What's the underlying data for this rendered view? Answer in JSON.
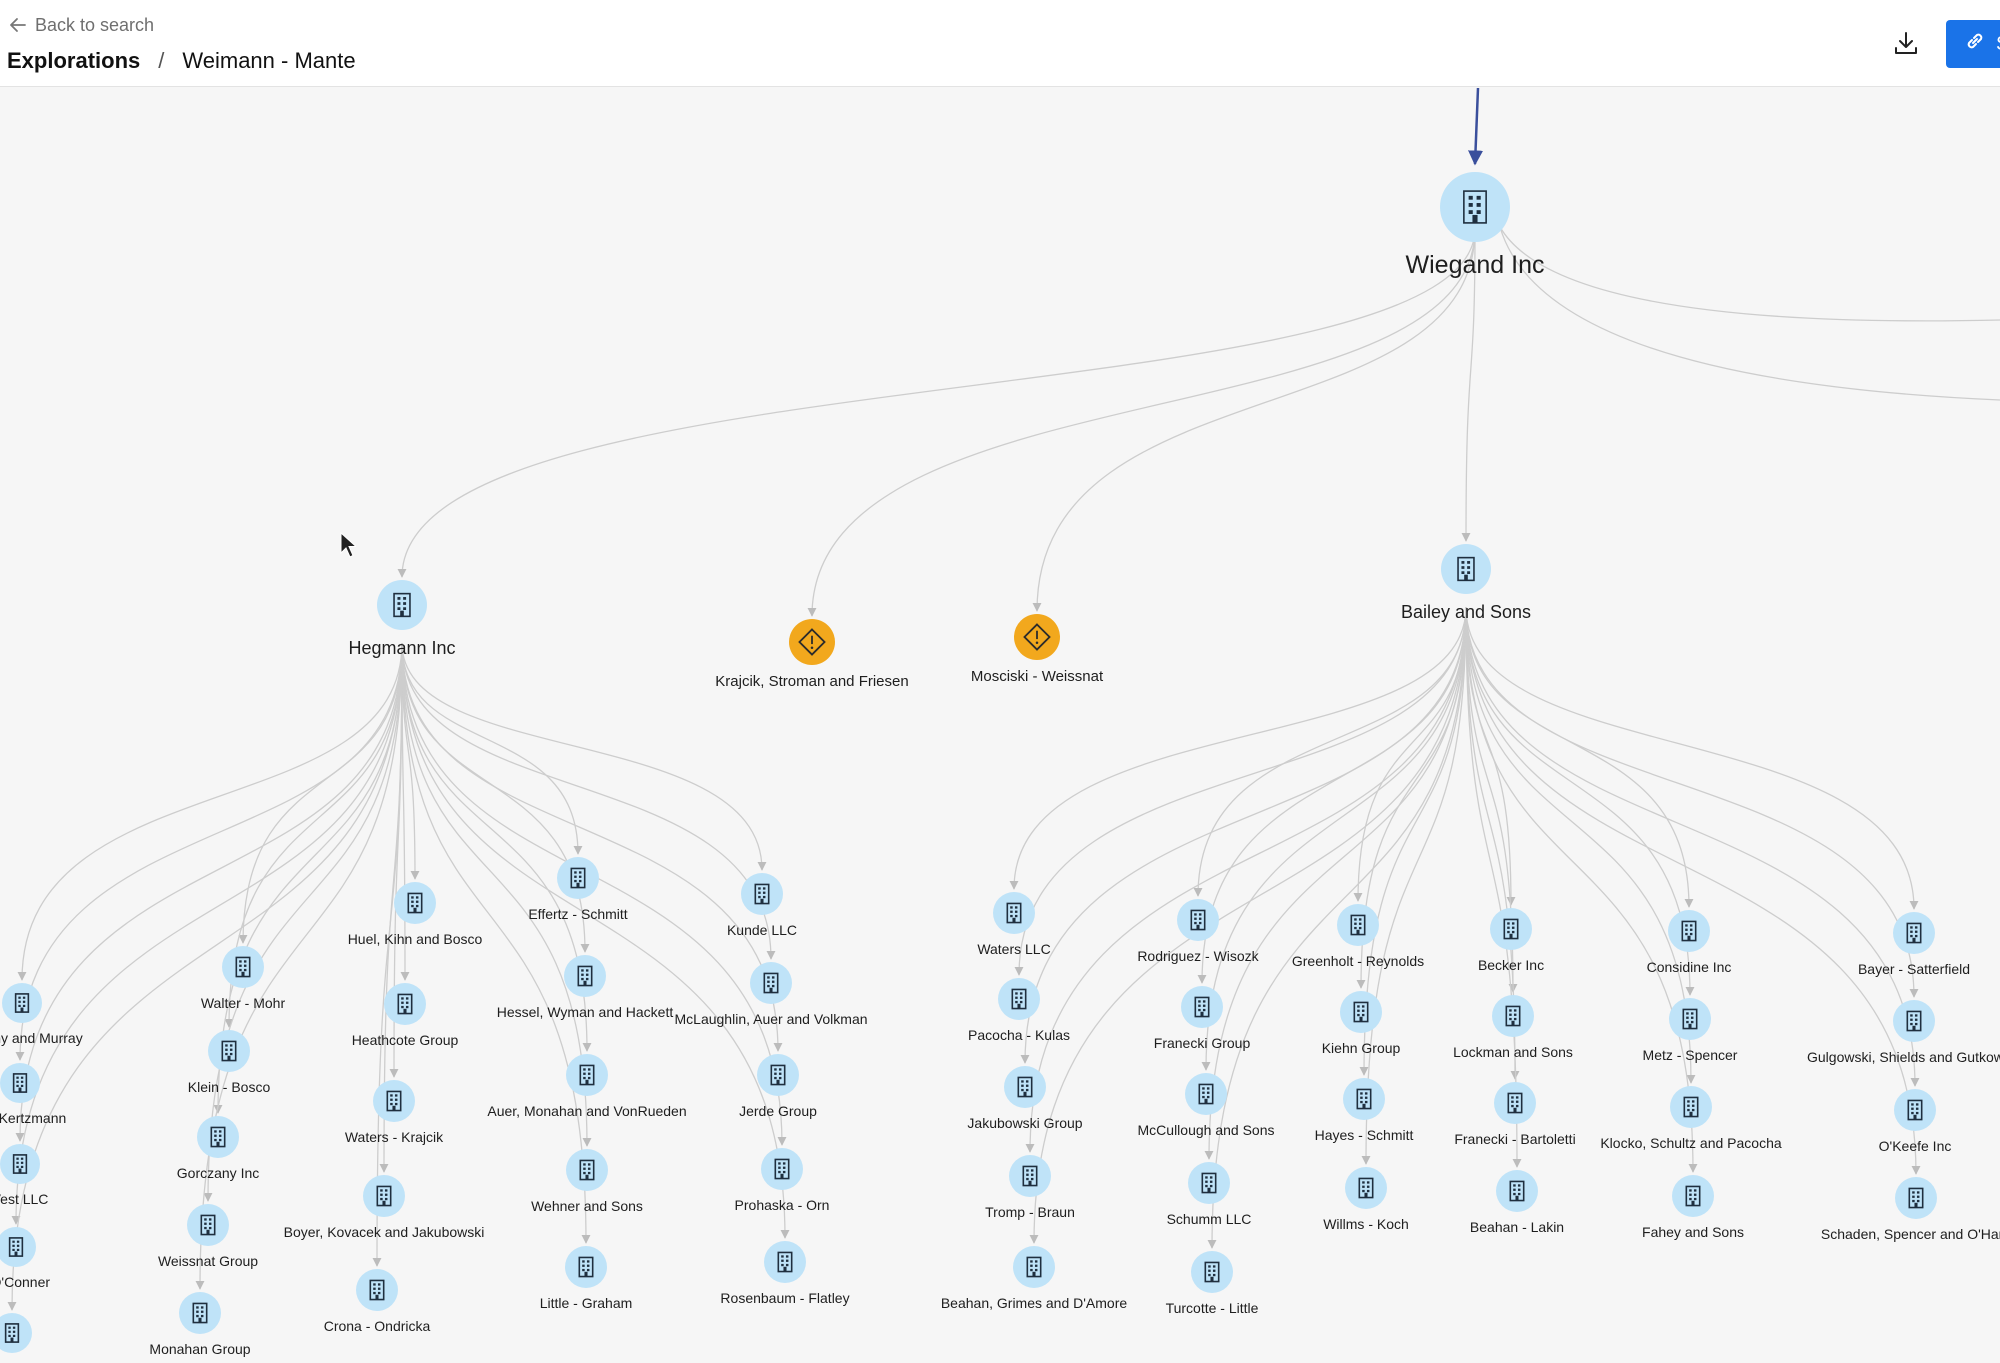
{
  "header": {
    "back_label": "Back to search",
    "breadcrumb": [
      "Explorations",
      "Weimann - Mante"
    ],
    "breadcrumb_separator": "/",
    "download_icon": "download-icon",
    "share_icon": "link-icon",
    "share_label": "S"
  },
  "colors": {
    "node_fill": "#bfe3f8",
    "warning_fill": "#f2a81d",
    "edge": "#cdcdcd",
    "focus_edge": "#3a4f9c",
    "accent": "#1a73e8"
  },
  "graph": {
    "root": {
      "id": "root",
      "label": "Wiegand Inc",
      "icon": "building-icon"
    },
    "nodes": [
      {
        "id": "hegmann",
        "label": "Hegmann Inc",
        "icon": "building-icon",
        "parent": "root"
      },
      {
        "id": "krajcik_sf",
        "label": "Krajcik, Stroman and Friesen",
        "icon": "warning-icon",
        "parent": "root"
      },
      {
        "id": "mosciski",
        "label": "Mosciski - Weissnat",
        "icon": "warning-icon",
        "parent": "root"
      },
      {
        "id": "bailey",
        "label": "Bailey and Sons",
        "icon": "building-icon",
        "parent": "root"
      },
      {
        "id": "h1",
        "label": "ernathy and Murray",
        "icon": "building-icon",
        "parent": "hegmann"
      },
      {
        "id": "h2",
        "label": "er - Kertzmann",
        "icon": "building-icon",
        "parent": "hegmann"
      },
      {
        "id": "h3",
        "label": "Vest LLC",
        "icon": "building-icon",
        "parent": "hegmann"
      },
      {
        "id": "h4",
        "label": "- O'Conner",
        "icon": "building-icon",
        "parent": "hegmann"
      },
      {
        "id": "h5",
        "label": "",
        "icon": "building-icon",
        "parent": "hegmann"
      },
      {
        "id": "h6",
        "label": "Walter - Mohr",
        "icon": "building-icon",
        "parent": "hegmann"
      },
      {
        "id": "h7",
        "label": "Klein - Bosco",
        "icon": "building-icon",
        "parent": "hegmann"
      },
      {
        "id": "h8",
        "label": "Gorczany Inc",
        "icon": "building-icon",
        "parent": "hegmann"
      },
      {
        "id": "h9",
        "label": "Weissnat Group",
        "icon": "building-icon",
        "parent": "hegmann"
      },
      {
        "id": "h10",
        "label": "Monahan Group",
        "icon": "building-icon",
        "parent": "hegmann"
      },
      {
        "id": "h11",
        "label": "Huel, Kihn and Bosco",
        "icon": "building-icon",
        "parent": "hegmann"
      },
      {
        "id": "h12",
        "label": "Heathcote Group",
        "icon": "building-icon",
        "parent": "hegmann"
      },
      {
        "id": "h13",
        "label": "Waters - Krajcik",
        "icon": "building-icon",
        "parent": "hegmann"
      },
      {
        "id": "h14",
        "label": "Boyer, Kovacek and Jakubowski",
        "icon": "building-icon",
        "parent": "hegmann"
      },
      {
        "id": "h15",
        "label": "Crona - Ondricka",
        "icon": "building-icon",
        "parent": "hegmann"
      },
      {
        "id": "h16",
        "label": "Effertz - Schmitt",
        "icon": "building-icon",
        "parent": "hegmann"
      },
      {
        "id": "h17",
        "label": "Hessel, Wyman and Hackett",
        "icon": "building-icon",
        "parent": "hegmann"
      },
      {
        "id": "h18",
        "label": "Auer, Monahan and VonRueden",
        "icon": "building-icon",
        "parent": "hegmann"
      },
      {
        "id": "h19",
        "label": "Wehner and Sons",
        "icon": "building-icon",
        "parent": "hegmann"
      },
      {
        "id": "h20",
        "label": "Little - Graham",
        "icon": "building-icon",
        "parent": "hegmann"
      },
      {
        "id": "h21",
        "label": "Kunde LLC",
        "icon": "building-icon",
        "parent": "hegmann"
      },
      {
        "id": "h22",
        "label": "McLaughlin, Auer and Volkman",
        "icon": "building-icon",
        "parent": "hegmann"
      },
      {
        "id": "h23",
        "label": "Jerde Group",
        "icon": "building-icon",
        "parent": "hegmann"
      },
      {
        "id": "h24",
        "label": "Prohaska - Orn",
        "icon": "building-icon",
        "parent": "hegmann"
      },
      {
        "id": "h25",
        "label": "Rosenbaum - Flatley",
        "icon": "building-icon",
        "parent": "hegmann"
      },
      {
        "id": "b1",
        "label": "Waters LLC",
        "icon": "building-icon",
        "parent": "bailey"
      },
      {
        "id": "b2",
        "label": "Pacocha - Kulas",
        "icon": "building-icon",
        "parent": "bailey"
      },
      {
        "id": "b3",
        "label": "Jakubowski Group",
        "icon": "building-icon",
        "parent": "bailey"
      },
      {
        "id": "b4",
        "label": "Tromp - Braun",
        "icon": "building-icon",
        "parent": "bailey"
      },
      {
        "id": "b5",
        "label": "Beahan, Grimes and D'Amore",
        "icon": "building-icon",
        "parent": "bailey"
      },
      {
        "id": "b6",
        "label": "Rodriguez - Wisozk",
        "icon": "building-icon",
        "parent": "bailey"
      },
      {
        "id": "b7",
        "label": "Franecki Group",
        "icon": "building-icon",
        "parent": "bailey"
      },
      {
        "id": "b8",
        "label": "McCullough and Sons",
        "icon": "building-icon",
        "parent": "bailey"
      },
      {
        "id": "b9",
        "label": "Schumm LLC",
        "icon": "building-icon",
        "parent": "bailey"
      },
      {
        "id": "b10",
        "label": "Turcotte - Little",
        "icon": "building-icon",
        "parent": "bailey"
      },
      {
        "id": "b11",
        "label": "Greenholt - Reynolds",
        "icon": "building-icon",
        "parent": "bailey"
      },
      {
        "id": "b12",
        "label": "Kiehn Group",
        "icon": "building-icon",
        "parent": "bailey"
      },
      {
        "id": "b13",
        "label": "Hayes - Schmitt",
        "icon": "building-icon",
        "parent": "bailey"
      },
      {
        "id": "b14",
        "label": "Willms - Koch",
        "icon": "building-icon",
        "parent": "bailey"
      },
      {
        "id": "b15",
        "label": "Becker Inc",
        "icon": "building-icon",
        "parent": "bailey"
      },
      {
        "id": "b16",
        "label": "Lockman and Sons",
        "icon": "building-icon",
        "parent": "bailey"
      },
      {
        "id": "b17",
        "label": "Franecki - Bartoletti",
        "icon": "building-icon",
        "parent": "bailey"
      },
      {
        "id": "b18",
        "label": "Beahan - Lakin",
        "icon": "building-icon",
        "parent": "bailey"
      },
      {
        "id": "b19",
        "label": "Considine Inc",
        "icon": "building-icon",
        "parent": "bailey"
      },
      {
        "id": "b20",
        "label": "Metz - Spencer",
        "icon": "building-icon",
        "parent": "bailey"
      },
      {
        "id": "b21",
        "label": "Klocko, Schultz and Pacocha",
        "icon": "building-icon",
        "parent": "bailey"
      },
      {
        "id": "b22",
        "label": "Fahey and Sons",
        "icon": "building-icon",
        "parent": "bailey"
      },
      {
        "id": "b23",
        "label": "Bayer - Satterfield",
        "icon": "building-icon",
        "parent": "bailey"
      },
      {
        "id": "b24",
        "label": "Gulgowski, Shields and Gutkowski",
        "icon": "building-icon",
        "parent": "bailey"
      },
      {
        "id": "b25",
        "label": "O'Keefe Inc",
        "icon": "building-icon",
        "parent": "bailey"
      },
      {
        "id": "b26",
        "label": "Schaden, Spencer and O'Hara",
        "icon": "building-icon",
        "parent": "bailey"
      }
    ]
  }
}
